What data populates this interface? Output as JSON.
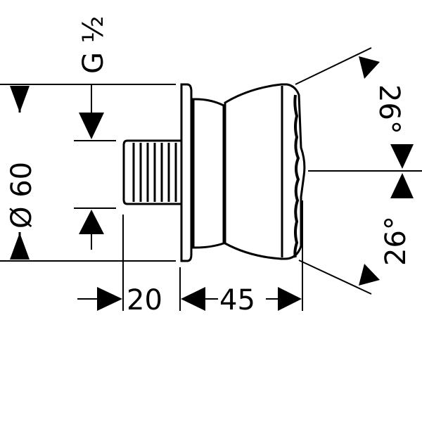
{
  "labels": {
    "thread": "G ½",
    "diameter": "Ø 60",
    "depth_thread": "20",
    "depth_body": "45",
    "angle_top": "26°",
    "angle_bottom": "26°"
  },
  "colors": {
    "line": "#000000",
    "background": "#ffffff"
  }
}
